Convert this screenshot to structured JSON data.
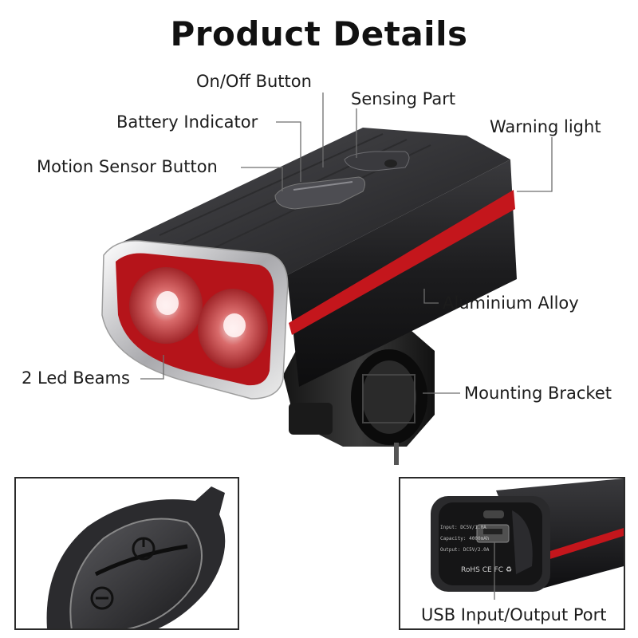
{
  "title": "Product Details",
  "labels": {
    "on_off": "On/Off Button",
    "sensing": "Sensing Part",
    "battery": "Battery Indicator",
    "warning": "Warning light",
    "motion": "Motion Sensor Button",
    "alloy": "Aluminium Alloy",
    "led": "2 Led Beams",
    "bracket": "Mounting Bracket",
    "usb": "USB Input/Output Port"
  },
  "port_panel": {
    "input": "Input: DC5V/1.0A",
    "capacity": "Capacity: 4000mAh",
    "output": "Output: DC5V/2.0A",
    "certs": "RoHS  CE  FC  ♻"
  },
  "colors": {
    "body": "#1d1d1f",
    "accent_red": "#c4161c",
    "chrome": "#d9d9d9"
  }
}
